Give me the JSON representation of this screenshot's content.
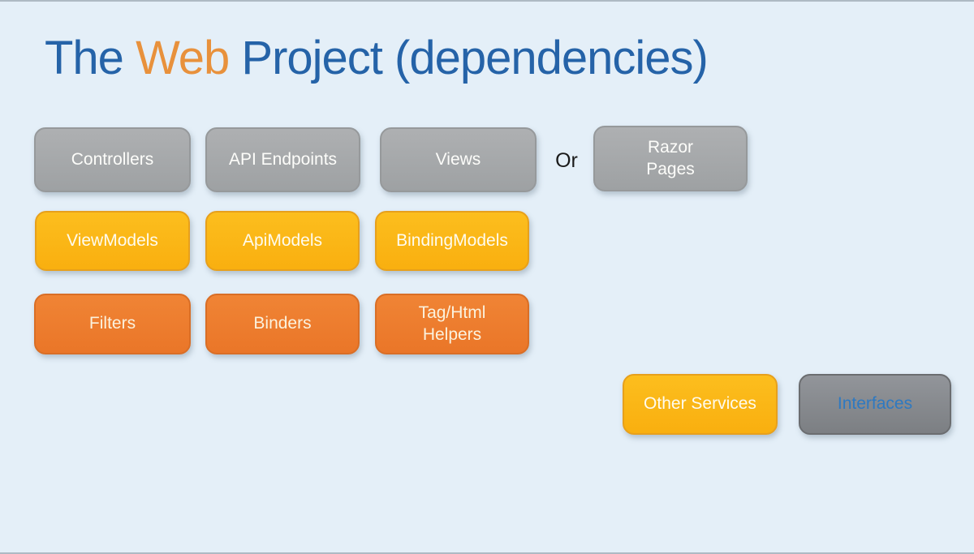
{
  "title": {
    "leading": "The ",
    "accent": "Web",
    "trailing": " Project (dependencies)"
  },
  "connector": {
    "or_label": "Or"
  },
  "boxes": {
    "controllers": {
      "label": "Controllers",
      "variant": "gray"
    },
    "api_endpoints": {
      "label": "API Endpoints",
      "variant": "gray"
    },
    "views": {
      "label": "Views",
      "variant": "gray"
    },
    "razor_pages": {
      "label": "Razor Pages",
      "variant": "gray"
    },
    "view_models": {
      "label": "ViewModels",
      "variant": "yellow"
    },
    "api_models": {
      "label": "ApiModels",
      "variant": "yellow"
    },
    "binding_models": {
      "label": "BindingModels",
      "variant": "yellow"
    },
    "filters": {
      "label": "Filters",
      "variant": "orange"
    },
    "binders": {
      "label": "Binders",
      "variant": "orange"
    },
    "tag_html_helpers": {
      "label": "Tag/Html Helpers",
      "variant": "orange"
    },
    "other_services": {
      "label": "Other Services",
      "variant": "yellow"
    },
    "interfaces": {
      "label": "Interfaces",
      "variant": "dark-gray"
    }
  },
  "colors": {
    "background": "#E4EFF8",
    "title_blue": "#2563A8",
    "title_orange": "#E8913C",
    "box_gray": "#A5A7A9",
    "box_yellow": "#FBB615",
    "box_orange": "#EE7D2E",
    "box_dark_gray": "#85878A",
    "box_text": "#FDFDFA",
    "interfaces_text": "#2E79C1",
    "or_text": "#1A1A1A"
  }
}
